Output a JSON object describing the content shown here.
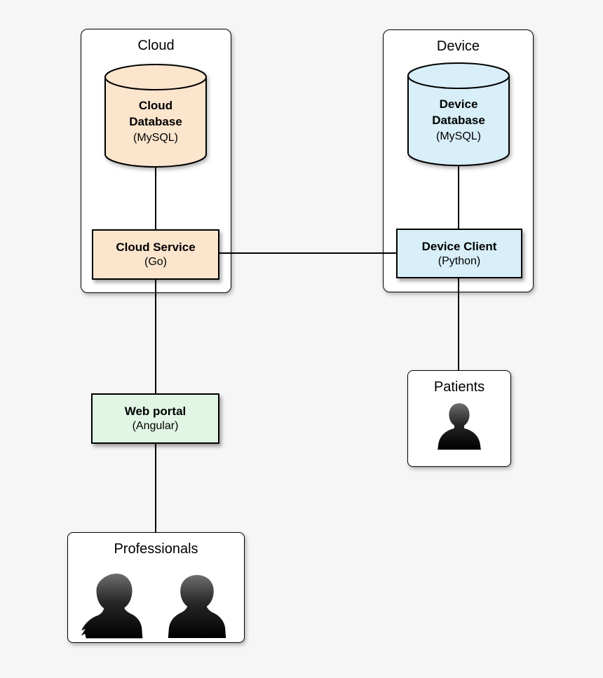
{
  "colors": {
    "background": "#f6f6f6",
    "cloud_fill": "#fce5cd",
    "device_fill": "#d8eef8",
    "portal_fill": "#e2f6e6",
    "stroke": "#000000"
  },
  "groups": {
    "cloud": {
      "title": "Cloud",
      "database": {
        "name": "Cloud Database",
        "tech": "(MySQL)"
      },
      "service": {
        "name": "Cloud Service",
        "tech": "(Go)"
      }
    },
    "device": {
      "title": "Device",
      "database": {
        "name": "Device Database",
        "tech": "(MySQL)"
      },
      "client": {
        "name": "Device Client",
        "tech": "(Python)"
      }
    }
  },
  "nodes": {
    "web_portal": {
      "name": "Web portal",
      "tech": "(Angular)"
    },
    "patients": {
      "title": "Patients",
      "icon": "person-silhouette"
    },
    "professionals": {
      "title": "Professionals",
      "icons": [
        "person-silhouette-long-hair",
        "person-silhouette-short-hair"
      ]
    }
  }
}
